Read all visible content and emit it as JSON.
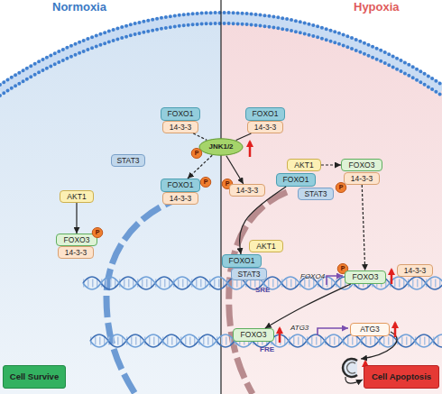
{
  "diagram": {
    "nodes": [
      {
        "text": [
          "FOXO1"
        ]
      },
      {
        "text": [
          "FOXO1"
        ]
      },
      {
        "text": [
          "14-3-3"
        ]
      },
      {
        "text": [
          "14-3-3"
        ]
      },
      {
        "text": [
          "JNK1/2"
        ]
      },
      {
        "text": [
          "STAT3"
        ]
      },
      {
        "text": [
          "P"
        ]
      },
      {
        "text": [
          "AKT1"
        ]
      },
      {
        "text": [
          "FOXO3"
        ]
      },
      {
        "text": [
          "FOXO1"
        ]
      },
      {
        "text": [
          "14-3-3"
        ]
      },
      {
        "text": [
          "FOXO1"
        ]
      },
      {
        "text": [
          "P"
        ]
      },
      {
        "text": [
          "P"
        ]
      },
      {
        "text": [
          "14-3-3"
        ]
      },
      {
        "text": [
          "STAT3"
        ]
      },
      {
        "text": [
          "P"
        ]
      },
      {
        "text": [
          "AKT1"
        ]
      },
      {
        "text": [
          "14-3-3"
        ]
      },
      {
        "text": [
          "FOXO3"
        ]
      },
      {
        "text": [
          "P"
        ]
      },
      {
        "text": [
          "AKT1"
        ]
      },
      {
        "text": [
          "14-3-3"
        ]
      },
      {
        "text": [
          "FOXO1"
        ]
      },
      {
        "text": [
          "P"
        ]
      },
      {
        "text": [
          "14-3-3"
        ]
      },
      {
        "text": [
          "STAT3"
        ]
      },
      {
        "text": [
          "FOXO3"
        ]
      },
      {
        "text": [
          "FOXO3"
        ]
      },
      {
        "text": [
          "ATG3"
        ]
      },
      {
        "text": [
          "Cell Survive"
        ]
      },
      {
        "text": [
          "Cell Apoptosis"
        ]
      }
    ],
    "edges": [
      {
        "from": 2,
        "to": 4,
        "arrow": "none"
      },
      {
        "from": 4,
        "to": 11,
        "arrow": "to"
      },
      {
        "from": 3,
        "to": 4,
        "arrow": "none"
      },
      {
        "from": 4,
        "to": 14,
        "arrow": "to"
      },
      {
        "from": 17,
        "to": 19,
        "arrow": "to"
      },
      {
        "from": 7,
        "to": 8,
        "arrow": "to"
      },
      {
        "from": 9,
        "to": 23,
        "arrow": "to"
      },
      {
        "from": 10,
        "to": 27,
        "arrow": "to"
      },
      {
        "from": 27,
        "to": 28,
        "arrow": "to"
      }
    ],
    "labels": [
      "Normoxia",
      "Hypoxia",
      "FOXO4",
      "SRE",
      "ATG3",
      "FRE"
    ]
  }
}
